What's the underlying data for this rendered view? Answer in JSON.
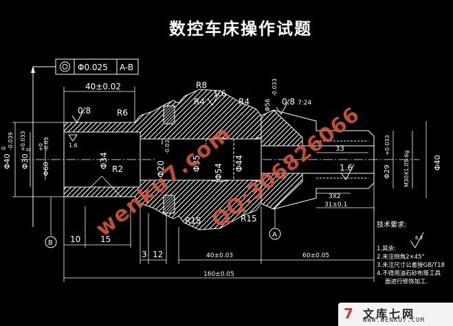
{
  "title": "数控车床操作试题",
  "tolerance_frame": {
    "value": "Φ0.025",
    "datum": "A-B"
  },
  "dims": {
    "top_len": "40±0.02",
    "r6": "R6",
    "r8": "R8",
    "r4_left": "R4",
    "r4_right": "R4",
    "rough_1": "1.6",
    "rough_2": "0.8",
    "rough_3": "0.8",
    "rough_4": "1.6",
    "rough_5": "1.6",
    "taper": "7:24",
    "dia_40": "Φ40",
    "dia_40_tol_up": "0",
    "dia_40_tol_low": "-0.039",
    "dia_30": "Φ30",
    "dia_30_tol_up": "+0.033",
    "dia_30_tol_low": "0",
    "dia_60": "Φ60",
    "dia_60_tol_up": "+0",
    "dia_60_tol_low": "-0.03",
    "dia_34": "Φ34",
    "r2": "R2",
    "dia_20": "Φ20",
    "dia_20_tol": "-0.03",
    "dia_35": "Φ35",
    "dia_54": "Φ54",
    "dia_44": "Φ44",
    "dia_56": "Φ56",
    "dia_56_tol": "-0.033",
    "len_33": "33",
    "dia_29": "Φ29",
    "dia_29_tol": "+0.033",
    "thread": "M30X1.05-6g",
    "dia_40_right": "Φ40",
    "len_3x2": "3X2",
    "len_31": "31±0.1",
    "r15_left": "R15",
    "r15_right": "R15",
    "len_10": "10",
    "len_15": "15",
    "len_3": "3",
    "len_12": "12",
    "len_40": "40±0.03",
    "len_60": "60±0.05",
    "len_160": "160±0.05",
    "datum_b": "B",
    "datum_a": "A"
  },
  "notes": {
    "heading": "技术要求:",
    "roughness": "6.3",
    "items": [
      "1.其余:",
      "2.未注倒角2×45°",
      "3.未注尺寸公差按GB/T18",
      "4.不得用油石砂布等工具",
      "面进行修饰加工."
    ]
  },
  "watermarks": {
    "url": "wenku7.com",
    "qq": "QQ:306826066"
  },
  "footer": {
    "logo_mark": "7",
    "site_cn": "文库七网",
    "site_url": "WWW.WENKU7.COM"
  },
  "colors": {
    "background": "#000000",
    "line": "#ffffff",
    "title": "#ffffff",
    "dimension": "#ffffff",
    "watermark": "#d9573c"
  }
}
